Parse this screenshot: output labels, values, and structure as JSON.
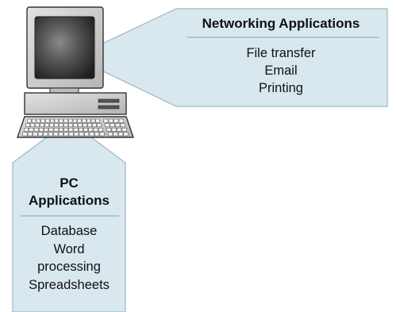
{
  "networking": {
    "title": "Networking Applications",
    "items": [
      "File transfer",
      "Email",
      "Printing"
    ]
  },
  "pc": {
    "title_line1": "PC",
    "title_line2": "Applications",
    "items": [
      "Database",
      "Word",
      "processing",
      "Spreadsheets"
    ]
  },
  "colors": {
    "callout_fill": "#d9e8ef",
    "callout_stroke": "#9db6c2",
    "divider": "#7ea3b6",
    "computer_body": "#c8c8c8",
    "screen": "#3a3a3a"
  },
  "icons": {
    "computer": "desktop-computer-icon"
  }
}
